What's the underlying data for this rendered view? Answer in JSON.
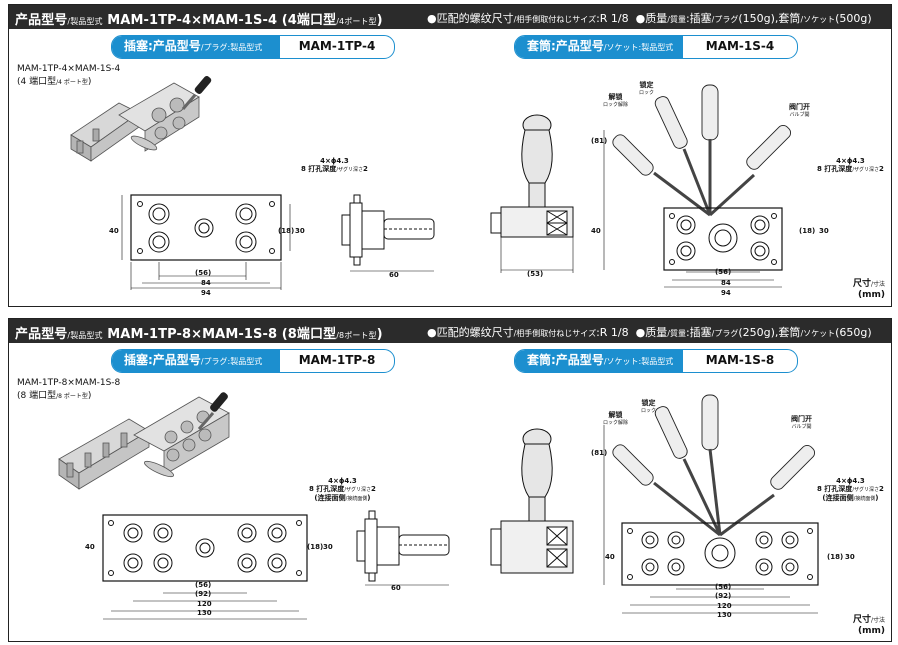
{
  "sections": [
    {
      "title_main": "产品型号",
      "title_small": "/製品型式",
      "title_model": "MAM-1TP-4×MAM-1S-4",
      "title_paren_open": "(4端口型",
      "title_paren_small": "/4ポート型",
      "title_paren_close": ")",
      "spec_thread": "●匹配的螺纹尺寸",
      "spec_thread_small": "/相手側取付ねじサイズ",
      "spec_thread_val": ":R 1/8",
      "spec_mass": "●质量",
      "spec_mass_small": "/質量",
      "spec_mass_plug": ":插塞",
      "spec_mass_plug_small": "/プラグ",
      "spec_mass_plug_val": "(150g),套筒",
      "spec_mass_sock_small": "/ソケット",
      "spec_mass_sock_val": "(500g)",
      "plug_label": "插塞:产品型号",
      "plug_label_small": "/プラグ:製品型式",
      "plug_model": "MAM-1TP-4",
      "socket_label": "套筒:产品型号",
      "socket_label_small": "/ソケット:製品型式",
      "socket_model": "MAM-1S-4",
      "photo_model": "MAM-1TP-4×MAM-1S-4",
      "photo_type": "(4 端口型",
      "photo_type_small": "/4 ポート型",
      "photo_type_close": ")",
      "dims": {
        "d40": "40",
        "d18": "(18)",
        "d30": "30",
        "d56": "(56)",
        "d84": "84",
        "d94": "94",
        "d60": "60",
        "d53": "(53)",
        "d81": "(81)"
      },
      "hole_note": "4×ϕ4.3",
      "depth_note": "8 打孔深度",
      "depth_note_small": "/ザグリ深さ",
      "depth_val": "2",
      "lock_label": "锁定",
      "lock_small": "ロック",
      "unlock_label": "解锁",
      "unlock_small": "ロック解除",
      "valve_label": "阀门开",
      "valve_small": "バルブ開",
      "unit": "尺寸",
      "unit_small": "/寸法",
      "unit_mm": "(mm)"
    },
    {
      "title_main": "产品型号",
      "title_small": "/製品型式",
      "title_model": "MAM-1TP-8×MAM-1S-8",
      "title_paren_open": "(8端口型",
      "title_paren_small": "/8ポート型",
      "title_paren_close": ")",
      "spec_thread": "●匹配的螺纹尺寸",
      "spec_thread_small": "/相手側取付ねじサイズ",
      "spec_thread_val": ":R 1/8",
      "spec_mass": "●质量",
      "spec_mass_small": "/質量",
      "spec_mass_plug": ":插塞",
      "spec_mass_plug_small": "/プラグ",
      "spec_mass_plug_val": "(250g),套筒",
      "spec_mass_sock_small": "/ソケット",
      "spec_mass_sock_val": "(650g)",
      "plug_label": "插塞:产品型号",
      "plug_label_small": "/プラグ:製品型式",
      "plug_model": "MAM-1TP-8",
      "socket_label": "套筒:产品型号",
      "socket_label_small": "/ソケット:製品型式",
      "socket_model": "MAM-1S-8",
      "photo_model": "MAM-1TP-8×MAM-1S-8",
      "photo_type": "(8 端口型",
      "photo_type_small": "/8 ポート型",
      "photo_type_close": ")",
      "dims": {
        "d40": "40",
        "d18": "(18)",
        "d30": "30",
        "d56": "(56)",
        "d92": "(92)",
        "d120": "120",
        "d130": "130",
        "d60": "60",
        "d81": "(81)"
      },
      "hole_note": "4×ϕ4.3",
      "depth_note": "8 打孔深度",
      "depth_note_small": "/ザグリ深さ",
      "depth_val": "2",
      "contact_note": "(连接面侧",
      "contact_note_small": "/接続面側",
      "contact_close": ")",
      "lock_label": "锁定",
      "lock_small": "ロック",
      "unlock_label": "解锁",
      "unlock_small": "ロック解除",
      "valve_label": "阀门开",
      "valve_small": "バルブ開",
      "unit": "尺寸",
      "unit_small": "/寸法",
      "unit_mm": "(mm)"
    }
  ]
}
